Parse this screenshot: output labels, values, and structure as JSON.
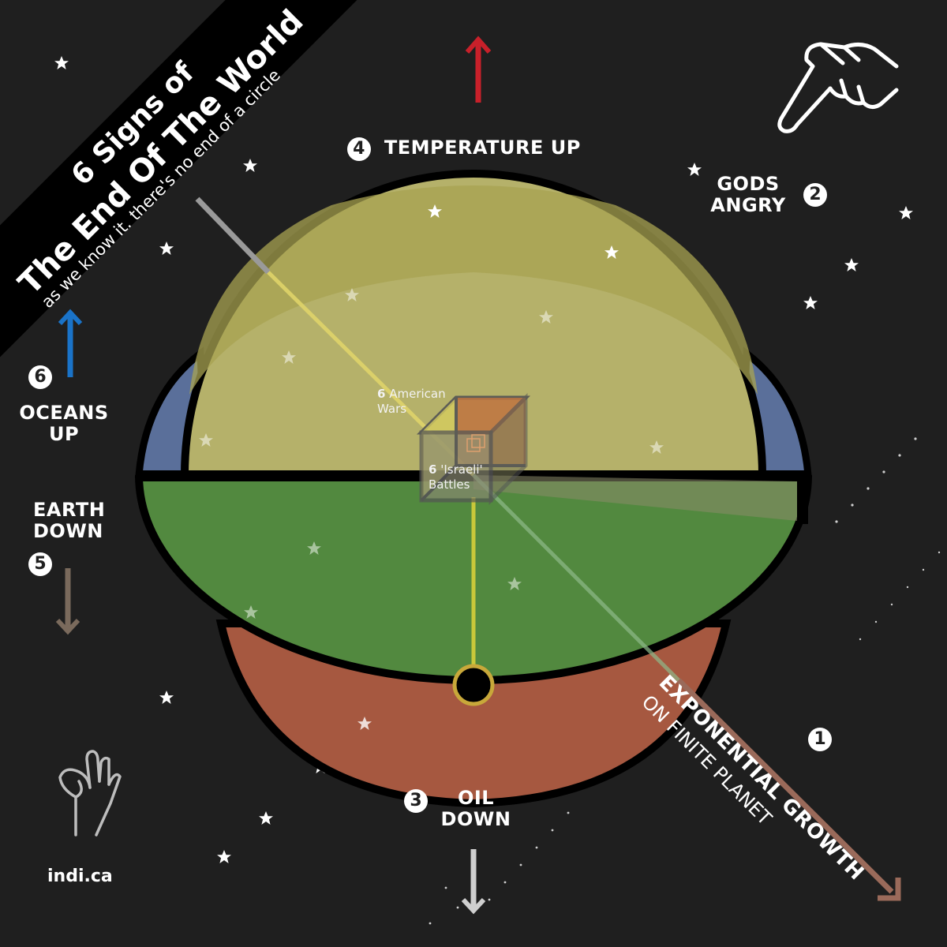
{
  "banner": {
    "line1": "6 Signs of",
    "line2": "The End Of The World",
    "tagline": "as we know it. there's no end of a circle"
  },
  "signs": [
    {
      "number": "1",
      "title": "EXPONENTIAL GROWTH",
      "subtitle": "ON FINITE PLANET",
      "arrow_color": "#9a6a5a"
    },
    {
      "number": "2",
      "line1": "GODS",
      "line2": "ANGRY"
    },
    {
      "number": "3",
      "line1": "OIL",
      "line2": "DOWN",
      "arrow_color": "#cfcfcf"
    },
    {
      "number": "4",
      "title": "TEMPERATURE UP",
      "arrow_color": "#c8202a"
    },
    {
      "number": "5",
      "line1": "EARTH",
      "line2": "DOWN",
      "arrow_color": "#7a6a5c"
    },
    {
      "number": "6",
      "line1": "OCEANS",
      "line2": "UP",
      "arrow_color": "#1a73c8"
    }
  ],
  "center": {
    "wars_number": "6",
    "wars_line1": "American",
    "wars_line2": "Wars",
    "battles_number": "6",
    "battles_line1": "'Israeli'",
    "battles_line2": "Battles"
  },
  "site": "indi.ca",
  "colors": {
    "background": "#1f1f1f",
    "sky": "#b5b16a",
    "sky_top": "#a8a352",
    "oceans": "#5a6f9a",
    "land": "#52893f",
    "oil": "#a65840",
    "outline": "#000000"
  },
  "icons": {
    "pointing_hand": "pointing-hand-icon",
    "ok_hand": "ok-hand-icon",
    "star": "star-icon"
  }
}
